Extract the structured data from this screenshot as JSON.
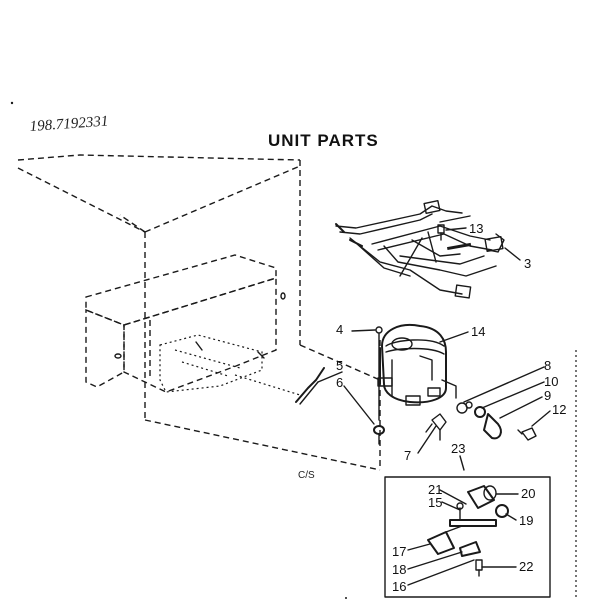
{
  "model_number": "198.7192331",
  "title": "UNIT PARTS",
  "sheet_code": "C/S",
  "callouts": {
    "c3": "3",
    "c4": "4",
    "c5": "5",
    "c6": "6",
    "c7": "7",
    "c8": "8",
    "c9": "9",
    "c10": "10",
    "c12": "12",
    "c13": "13",
    "c14": "14",
    "c15": "15",
    "c16": "16",
    "c17": "17",
    "c18": "18",
    "c19": "19",
    "c20": "20",
    "c21": "21",
    "c22": "22",
    "c23": "23"
  }
}
